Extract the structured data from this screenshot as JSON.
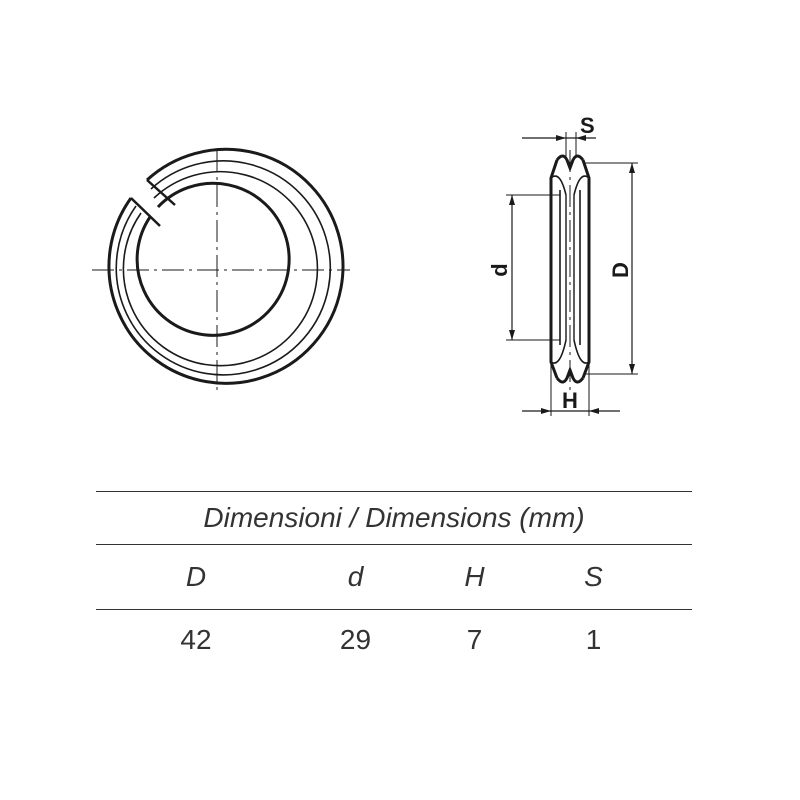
{
  "drawing": {
    "labels": {
      "s": "S",
      "d": "d",
      "D": "D",
      "h": "H"
    }
  },
  "table": {
    "caption": "Dimensioni / Dimensions (mm)",
    "headers": [
      "D",
      "d",
      "H",
      "S"
    ],
    "values": [
      "42",
      "29",
      "7",
      "1"
    ]
  }
}
